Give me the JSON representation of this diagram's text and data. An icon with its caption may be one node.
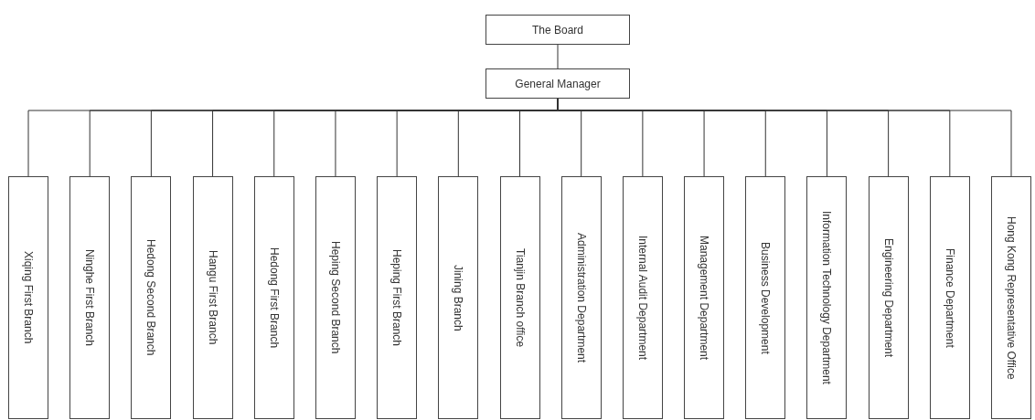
{
  "diagram": {
    "nodes": [
      {
        "text": [
          "The Board"
        ]
      },
      {
        "text": [
          "General Manager"
        ]
      },
      {
        "text": [
          "Xiqing First Branch"
        ]
      },
      {
        "text": [
          "Ninghe First Branch"
        ]
      },
      {
        "text": [
          "Hedong Second Branch"
        ]
      },
      {
        "text": [
          "Hangu First Branch"
        ]
      },
      {
        "text": [
          "Hedong First Branch"
        ]
      },
      {
        "text": [
          "Heping Second Branch"
        ]
      },
      {
        "text": [
          "Heping First Branch"
        ]
      },
      {
        "text": [
          "Jining Branch"
        ]
      },
      {
        "text": [
          "Tianjin Branch office"
        ]
      },
      {
        "text": [
          "Administration Department"
        ]
      },
      {
        "text": [
          "Internal Audit Department"
        ]
      },
      {
        "text": [
          "Management Department"
        ]
      },
      {
        "text": [
          "Business Development"
        ]
      },
      {
        "text": [
          "Information Technology Department"
        ]
      },
      {
        "text": [
          "Engineering Department"
        ]
      },
      {
        "text": [
          "Finance Department"
        ]
      },
      {
        "text": [
          "Hong Kong Representative Office"
        ]
      }
    ],
    "edges": [
      {
        "from": 0,
        "to": 1,
        "arrow": "none"
      },
      {
        "from": 1,
        "to": 2,
        "arrow": "none"
      },
      {
        "from": 1,
        "to": 3,
        "arrow": "none"
      },
      {
        "from": 1,
        "to": 4,
        "arrow": "none"
      },
      {
        "from": 1,
        "to": 5,
        "arrow": "none"
      },
      {
        "from": 1,
        "to": 6,
        "arrow": "none"
      },
      {
        "from": 1,
        "to": 7,
        "arrow": "none"
      },
      {
        "from": 1,
        "to": 8,
        "arrow": "none"
      },
      {
        "from": 1,
        "to": 9,
        "arrow": "none"
      },
      {
        "from": 1,
        "to": 10,
        "arrow": "none"
      },
      {
        "from": 1,
        "to": 11,
        "arrow": "none"
      },
      {
        "from": 1,
        "to": 12,
        "arrow": "none"
      },
      {
        "from": 1,
        "to": 13,
        "arrow": "none"
      },
      {
        "from": 1,
        "to": 14,
        "arrow": "none"
      },
      {
        "from": 1,
        "to": 15,
        "arrow": "none"
      },
      {
        "from": 1,
        "to": 16,
        "arrow": "none"
      },
      {
        "from": 1,
        "to": 17,
        "arrow": "none"
      },
      {
        "from": 1,
        "to": 18,
        "arrow": "none"
      }
    ]
  }
}
